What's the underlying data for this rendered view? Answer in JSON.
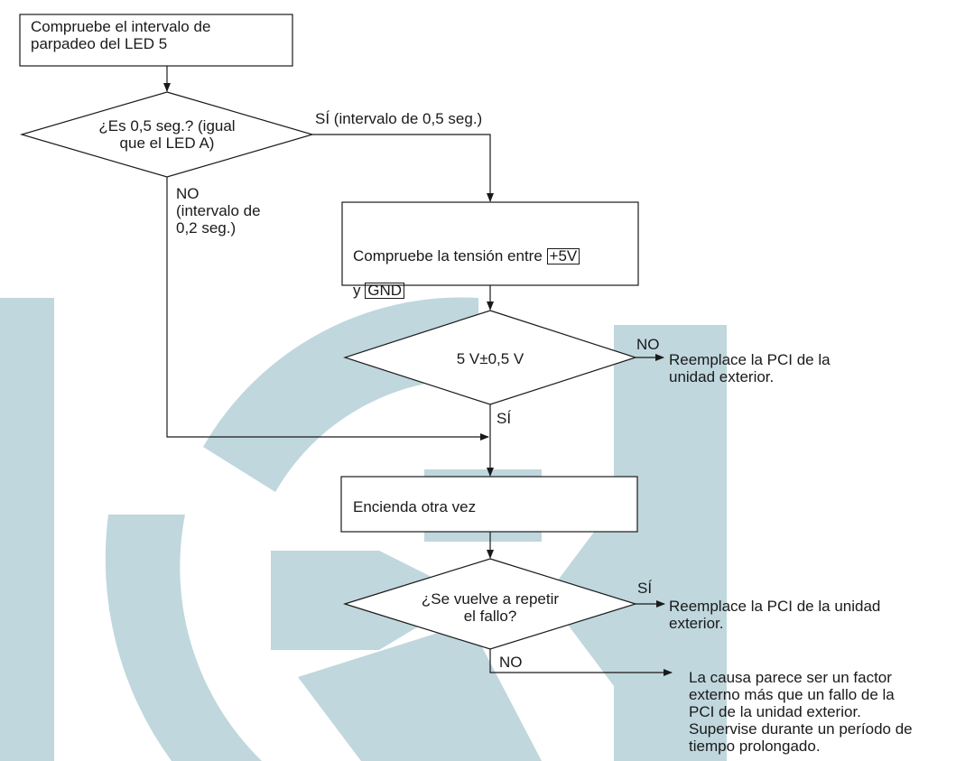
{
  "watermark": {
    "color": "#bfd7dd"
  },
  "nodes": {
    "check_led5": {
      "text": "Compruebe el intervalo de\nparpadeo del LED 5"
    },
    "decision_interval": {
      "text": "¿Es 0,5 seg.? (igual\nque el LED A)"
    },
    "check_voltage": {
      "text_before": "Compruebe la tensión entre ",
      "tag_plus5v": "+5V",
      "text_y": "y ",
      "tag_gnd": "GND"
    },
    "decision_voltage": {
      "text": "5 V±0,5 V"
    },
    "power_on": {
      "text": "Encienda otra vez"
    },
    "decision_repeat": {
      "text": "¿Se vuelve a repetir\nel fallo?"
    },
    "replace_pcb_1": {
      "text": "Reemplace la PCI de la\nunidad exterior."
    },
    "replace_pcb_2": {
      "text": "Reemplace la PCI de la unidad\nexterior."
    },
    "external_cause": {
      "text": "La causa parece ser un factor\nexterno más que un fallo de la\nPCI de la unidad exterior.\nSupervise durante un período de\ntiempo prolongado."
    }
  },
  "edges": {
    "yes_interval": "SÍ (intervalo de 0,5 seg.)",
    "no_interval": "NO\n(intervalo de\n0,2 seg.)",
    "no_voltage": "NO",
    "yes_voltage": "SÍ",
    "yes_repeat": "SÍ",
    "no_repeat": "NO"
  }
}
